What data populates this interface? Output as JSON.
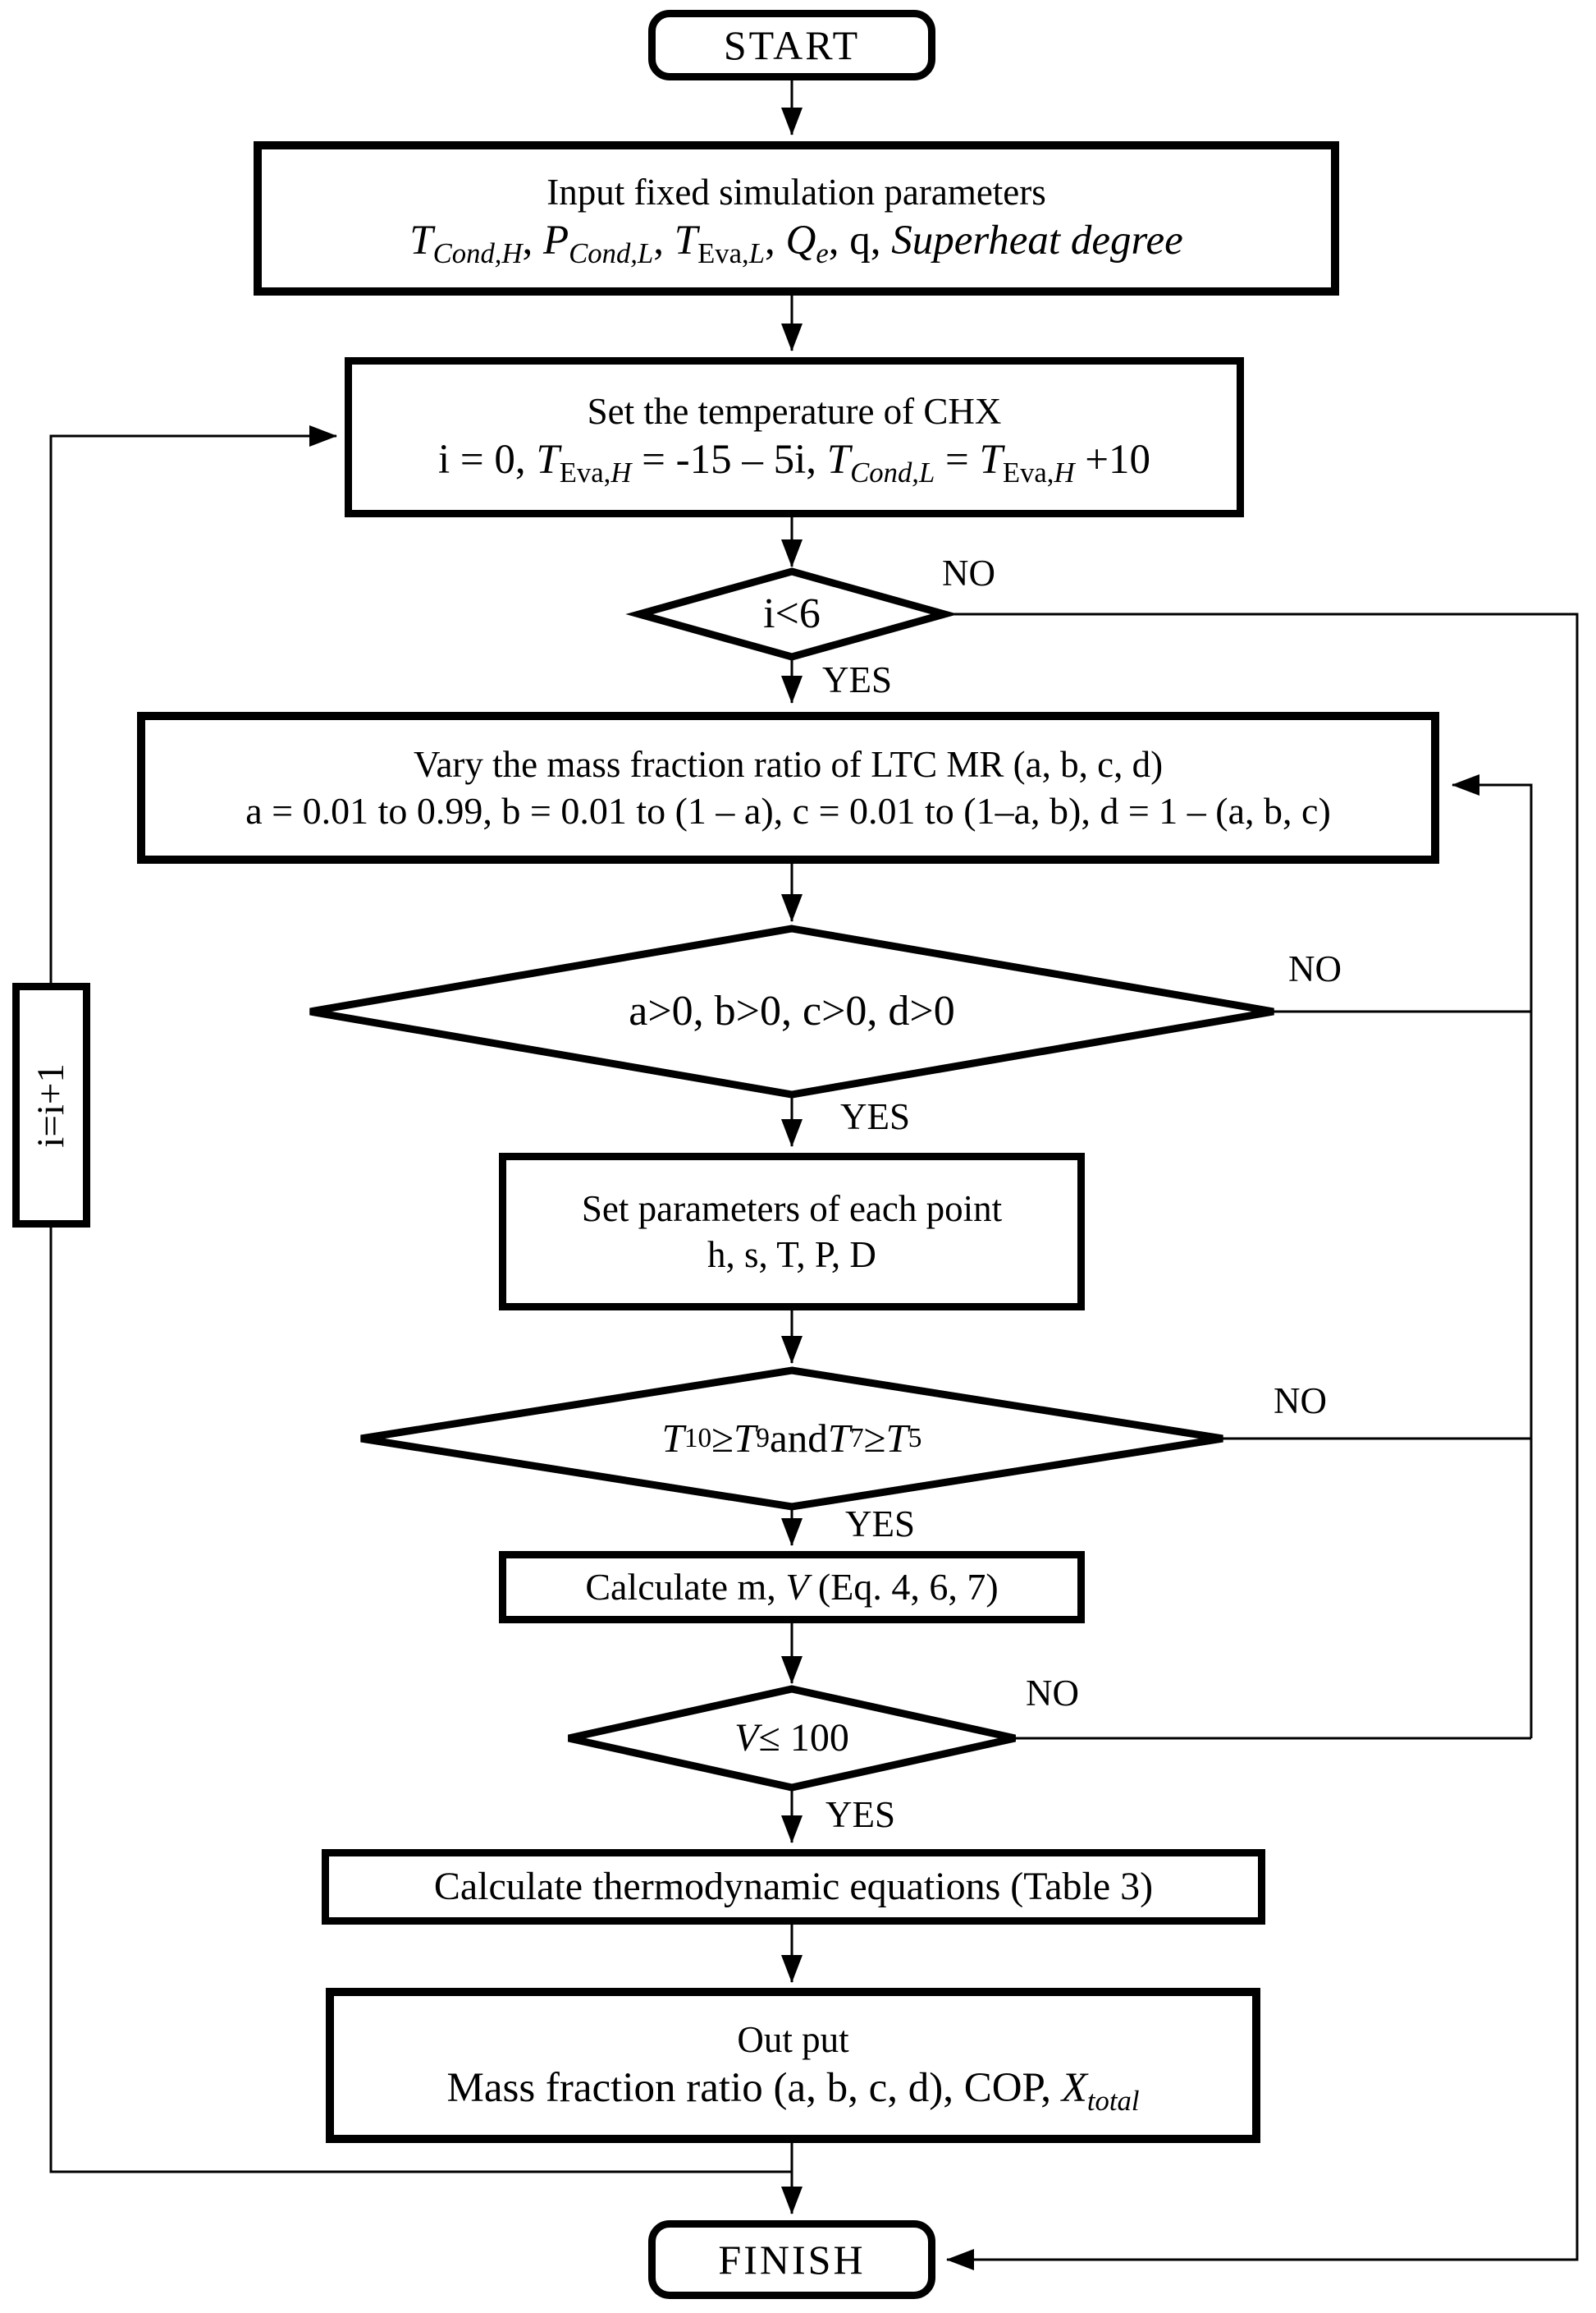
{
  "diagram": {
    "colors": {
      "stroke": "#000000",
      "background": "#ffffff"
    },
    "nodes": {
      "start": {
        "label": "START"
      },
      "input_params": {
        "line1": "Input fixed simulation parameters",
        "line2_html": "<i>T</i><sub><i>Cond,H</i></sub>, <i>P</i><sub><i>Cond,L</i></sub>, <i>T</i><sub>Eva,<i>L</i></sub>, <i>Q</i><sub><i>e</i></sub>, q, <i>Superheat degree</i>"
      },
      "set_chx": {
        "line1": "Set the temperature of CHX",
        "line2_html": "i = 0, <i>T</i><sub>Eva,<i>H</i></sub> = -15 – 5i, <i>T</i><sub><i>Cond,L</i></sub> = <i>T</i><sub>Eva,<i>H</i></sub> +10"
      },
      "decision_i": {
        "label": "i<6"
      },
      "vary_mr": {
        "line1": "Vary the mass fraction ratio of LTC MR (a, b, c, d)",
        "line2": "a = 0.01 to 0.99, b = 0.01 to (1 – a), c = 0.01 to (1–a, b), d = 1 – (a, b, c)"
      },
      "decision_abcd": {
        "label": "a>0, b>0, c>0, d>0"
      },
      "set_point_params": {
        "line1": "Set parameters of each point",
        "line2": "h, s, T, P, D"
      },
      "decision_temp": {
        "label_html": "<i>T</i><sub>10</sub> ≥ <i>T</i><sub>9</sub> and <i>T</i><sub>7</sub> ≥ <i>T</i><sub>5</sub>"
      },
      "calc_mv": {
        "label_html": "Calculate m, <i>V</i> (Eq. 4, 6, 7)"
      },
      "decision_v": {
        "label_html": "<i>V</i> ≤ 100"
      },
      "calc_thermo": {
        "label": "Calculate thermodynamic equations (Table 3)"
      },
      "output": {
        "line1": "Out put",
        "line2_html": "Mass fraction ratio (a, b, c, d), COP, <i>X</i><sub><i>total</i></sub>"
      },
      "increment": {
        "label": "i=i+1"
      },
      "finish": {
        "label": "FINISH"
      }
    },
    "edge_labels": {
      "decision_i_no": "NO",
      "decision_i_yes": "YES",
      "decision_abcd_no": "NO",
      "decision_abcd_yes": "YES",
      "decision_temp_no": "NO",
      "decision_temp_yes": "YES",
      "decision_v_no": "NO",
      "decision_v_yes": "YES"
    }
  }
}
